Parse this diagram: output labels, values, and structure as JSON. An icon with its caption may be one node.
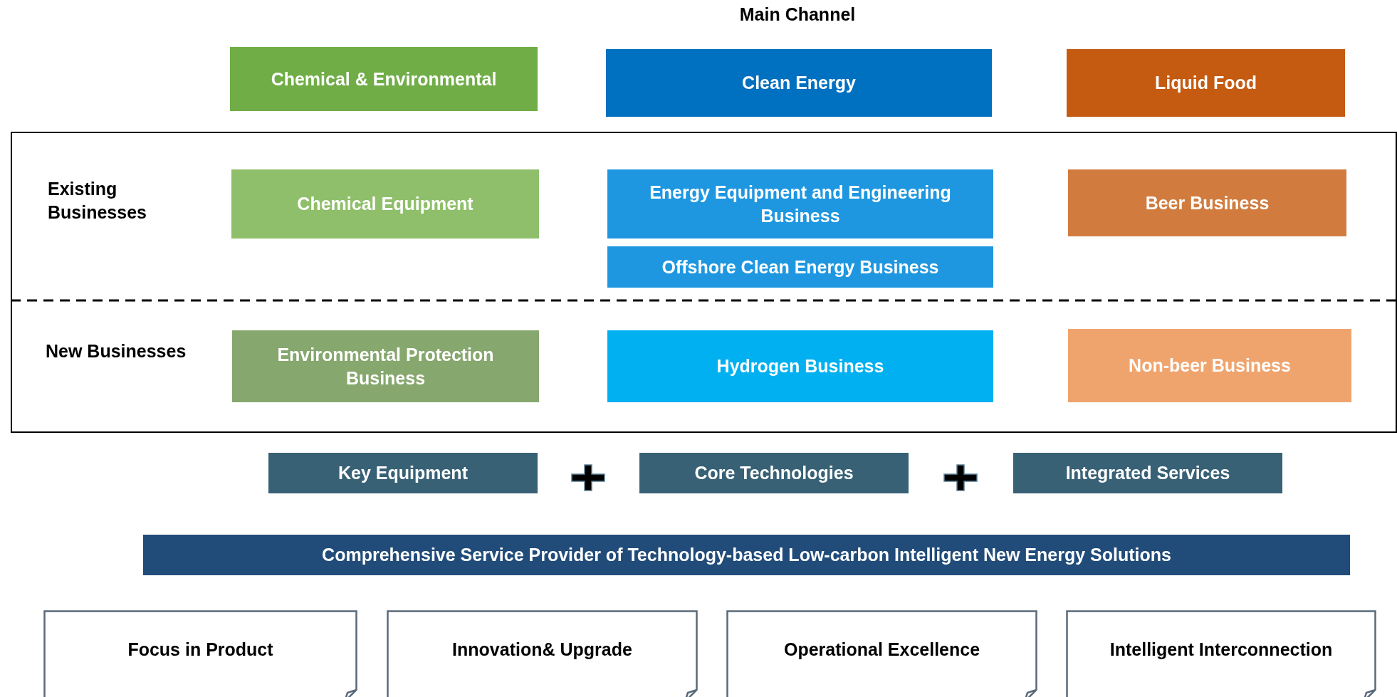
{
  "diagram": {
    "nodes": [
      {
        "text": [
          "Chemical & Environmental"
        ]
      },
      {
        "text": [
          "Clean Energy"
        ]
      },
      {
        "text": [
          "Liquid Food"
        ]
      },
      {
        "text": [
          "Existing Businesses",
          "New Businesses"
        ]
      },
      {
        "text": [
          "Chemical Equipment"
        ],
        "in": 3
      },
      {
        "text": [
          "Energy Equipment and Engineering Business"
        ],
        "in": 3
      },
      {
        "text": [
          "Beer Business"
        ],
        "in": 3
      },
      {
        "text": [
          "Offshore Clean Energy Business"
        ],
        "in": 3
      },
      {
        "text": [
          "Environmental Protection Business"
        ],
        "in": 3
      },
      {
        "text": [
          "Hydrogen Business"
        ],
        "in": 3
      },
      {
        "text": [
          "Non-beer Business"
        ],
        "in": 3
      },
      {
        "text": [
          "Key Equipment"
        ]
      },
      {
        "text": [
          "Core Technologies"
        ]
      },
      {
        "text": [
          "Integrated Services"
        ]
      },
      {
        "text": [
          "Comprehensive Service Provider of Technology-based Low-carbon Intelligent New Energy Solutions"
        ]
      },
      {
        "text": [
          "Focus in Product"
        ]
      },
      {
        "text": [
          "Innovation& Upgrade"
        ]
      },
      {
        "text": [
          "Operational Excellence"
        ]
      },
      {
        "text": [
          "Intelligent Interconnection"
        ]
      }
    ],
    "labels": [
      "Main Channel"
    ]
  }
}
